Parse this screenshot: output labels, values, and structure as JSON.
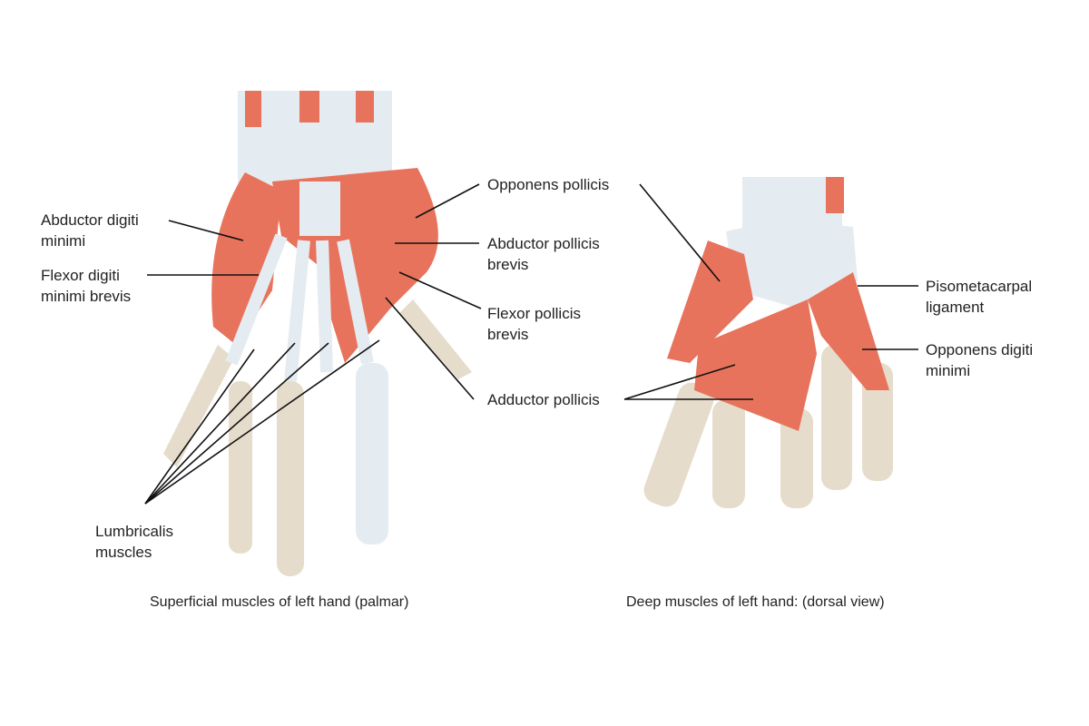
{
  "labels": {
    "abductor_digiti_minimi": "Abductor digiti\nminimi",
    "flexor_digiti_minimi_brevis": "Flexor digiti\nminimi brevis",
    "lumbricalis_muscles": "Lumbricalis\nmuscles",
    "opponens_pollicis": "Opponens pollicis",
    "abductor_pollicis_brevis": "Abductor pollicis\nbrevis",
    "flexor_pollicis_brevis": "Flexor pollicis\nbrevis",
    "adductor_pollicis": "Adductor pollicis",
    "pisometacarpal_ligament": "Pisometacarpal\nligament",
    "opponens_digiti_minimi": "Opponens digiti\nminimi"
  },
  "captions": {
    "palmar": "Superficial muscles of left hand (palmar)",
    "dorsal": "Deep muscles of left hand: (dorsal view)"
  },
  "colors": {
    "muscle": "#e8735c",
    "tendon": "#e4ebf1",
    "bone": "#e6dccb",
    "line": "#111111"
  }
}
